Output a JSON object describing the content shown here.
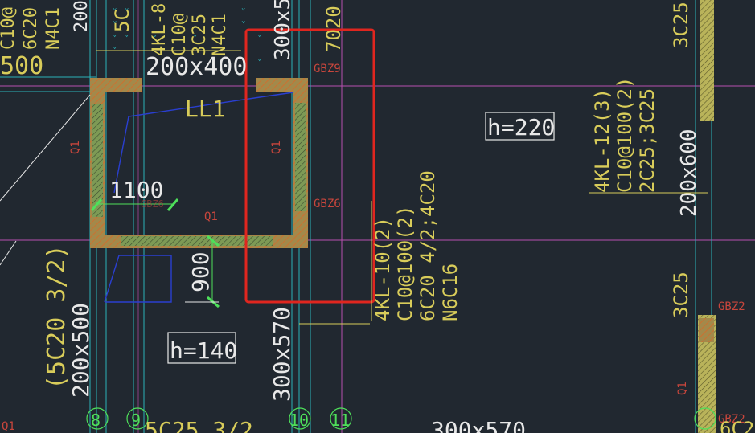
{
  "drawing": {
    "layer_colors": {
      "background": "#212830",
      "beam_text": "#d8cc5a",
      "wall_fill": "#a3894a",
      "wall_hatch": "#6f8f4e",
      "column_hatch": "#b9b35a",
      "axis_line": "#2ab2b8",
      "grid_magenta": "#b84fb0",
      "blue_line": "#2a3fd0",
      "red_label": "#c8463c",
      "axis_bubble": "#4ee05a",
      "highlight_box": "#e0261f"
    },
    "labels": {
      "top_left_1": "C10@",
      "top_left_2": "6C20",
      "top_left_3": "N4C1",
      "top_left_dim": "500",
      "top_200": "200",
      "beam_4kl": "4KL-8",
      "beam_c10": "C10@",
      "beam_3c": "3C25",
      "beam_n4c": "N4C1",
      "top_5c": "5C",
      "beam_200x400": "200x400",
      "ll1": "LL1",
      "top_300x": "300x5",
      "top_7020": "7020",
      "gbz9": "GBZ9",
      "q1_mid": "Q1",
      "q1_left": "Q1",
      "q1_bottom": "Q1",
      "q1_far_left": "Q1",
      "q1_right": "Q1",
      "gbz6": "GBZ6",
      "gbz6_left": "GBZ6",
      "gbz2": "GBZ2",
      "gbz_bottom": "GBZ2",
      "dim_1100": "1100",
      "dim_900": "900",
      "h220": "h=220",
      "h140": "h=140",
      "kl12_1": "4KL-12(3)",
      "kl12_2": "C10@100(2)",
      "kl12_3": "2C25;3C25",
      "kl12_size": "200x600",
      "col_3c25_top": "3C25",
      "col_3c25_bottom": "3C25",
      "kl10_1": "4KL-10(2)",
      "kl10_2": "C10@100(2)",
      "kl10_3": "6C20 4/2;4C20",
      "kl10_4": "N6C16",
      "left_5c20": "(5C20 3/2)",
      "left_200x500": "200x500",
      "dim_300x570_v": "300x570",
      "bottom_5c25": "5C25 3/2",
      "bottom_300x570": "300x570",
      "bottom_6c2": "6C2"
    },
    "axes": [
      "8",
      "9",
      "10",
      "11"
    ]
  }
}
